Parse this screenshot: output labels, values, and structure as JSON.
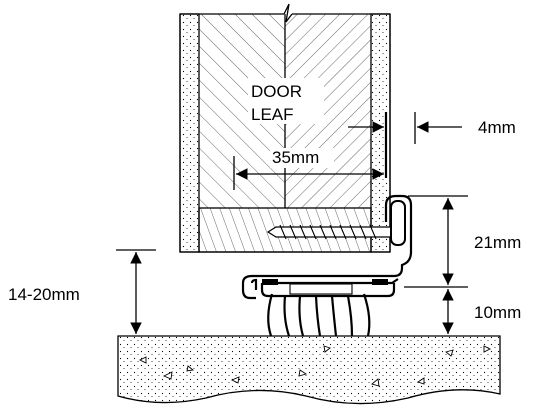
{
  "labels": {
    "door_leaf_line1": "DOOR",
    "door_leaf_line2": "LEAF",
    "dim_offset": "4mm",
    "dim_depth": "35mm",
    "dim_seal_height": "21mm",
    "dim_gap_range": "14-20mm",
    "dim_brush_height": "10mm"
  },
  "colors": {
    "line": "#000000",
    "background": "#ffffff",
    "seal_insert": "#000000"
  }
}
